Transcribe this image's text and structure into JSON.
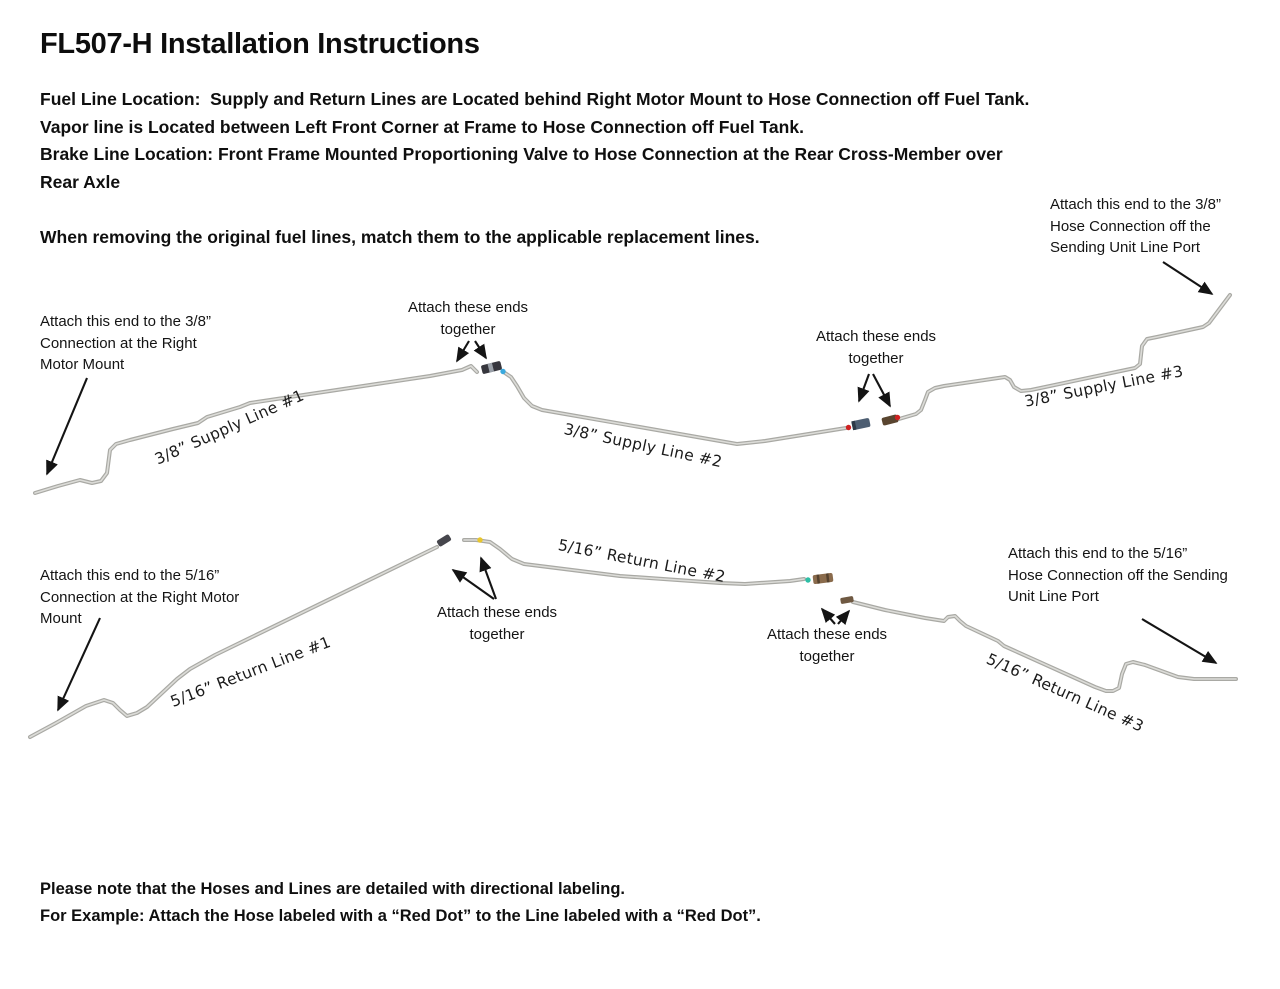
{
  "title": "FL507-H Installation Instructions",
  "intro": {
    "line1": "Fuel Line Location:  Supply and Return Lines are Located behind Right Motor Mount to Hose Connection off Fuel Tank.",
    "line2": "Vapor line is Located between Left Front Corner at Frame to Hose Connection off Fuel Tank.",
    "line3": "Brake Line Location: Front Frame Mounted Proportioning Valve to Hose Connection at the Rear Cross-Member over",
    "line4": "Rear Axle"
  },
  "removal_note": "When removing the original fuel lines, match them to the applicable replacement lines.",
  "supply": {
    "attach_left": "Attach this end to the 3/8”\nConnection at the Right\nMotor Mount",
    "together1": "Attach these ends\ntogether",
    "together2": "Attach these ends\ntogether",
    "attach_right": "Attach this end to the 3/8”\nHose Connection off the\nSending Unit Line Port",
    "line1_label": "3/8” Supply Line #1",
    "line2_label": "3/8” Supply Line #2",
    "line3_label": "3/8” Supply Line #3"
  },
  "return": {
    "attach_left": "Attach this end to the 5/16”\nConnection at the Right Motor\nMount",
    "together1": "Attach these ends\ntogether",
    "together2": "Attach these ends\ntogether",
    "attach_right": "Attach this end to the 5/16”\nHose Connection off the Sending\nUnit Line Port",
    "line1_label": "5/16” Return Line #1",
    "line2_label": "5/16” Return Line #2",
    "line3_label": "5/16” Return Line #3"
  },
  "footer": {
    "line1": "Please note that the Hoses and Lines are detailed with directional labeling.",
    "line2": "For Example: Attach the Hose labeled with a “Red Dot” to the Line labeled with a “Red Dot”."
  },
  "markers": {
    "line_gray": "#a9a9a4",
    "line_highlight": "#dcdcd8",
    "arrow_black": "#141414",
    "blue_dot": "#3aa9de",
    "red_dot": "#cf2121",
    "yellow_dot": "#e8c62c",
    "green_dot": "#2dbfa6",
    "fitting_dark": "#36363d",
    "fitting_band": "#9aa0a8",
    "fitting_steel_blue": "#4d5e72",
    "fitting_brown": "#59452f",
    "fitting_tan": "#8a6b4c",
    "fitting_tan_small": "#6f5942",
    "fitting_tip": "#46464c"
  }
}
